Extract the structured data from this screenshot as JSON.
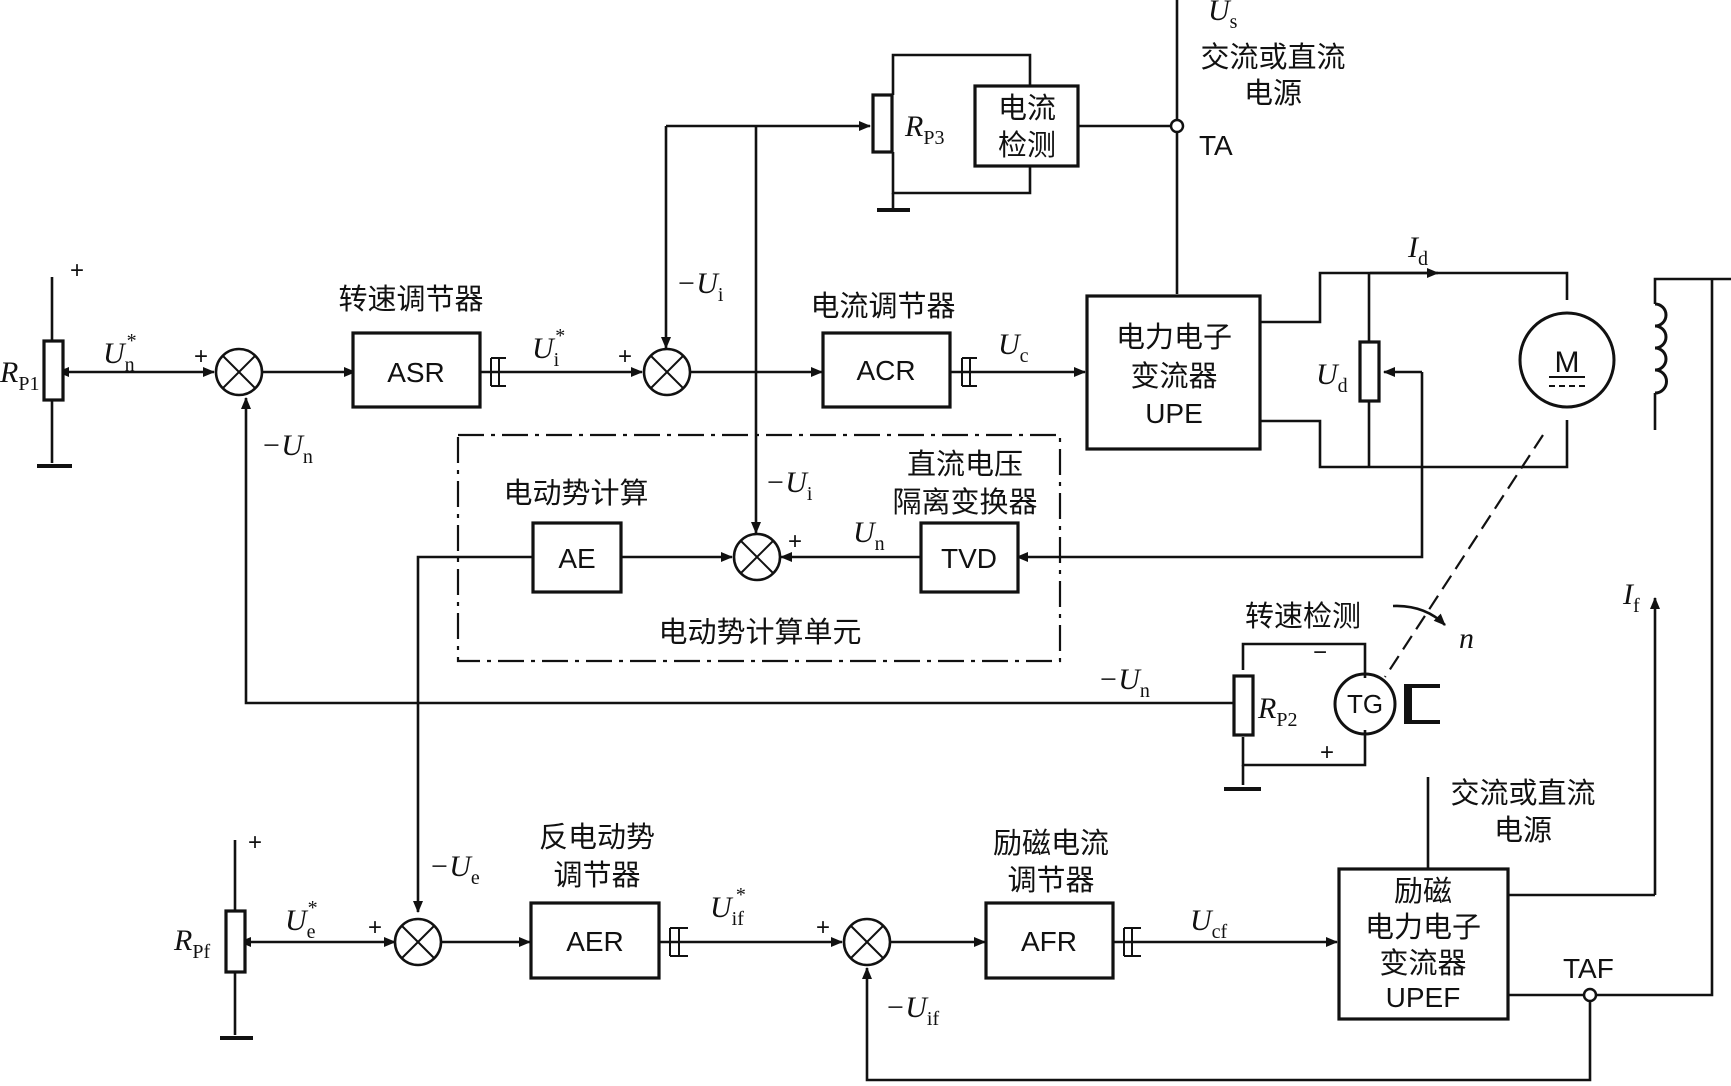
{
  "blocks": {
    "asr": "ASR",
    "acr": "ACR",
    "ae": "AE",
    "tvd": "TVD",
    "aer": "AER",
    "afr": "AFR",
    "upe": [
      "电力电子",
      "变流器",
      "UPE"
    ],
    "upef": [
      "励磁",
      "电力电子",
      "变流器",
      "UPEF"
    ],
    "current_detect": [
      "电流",
      "检测"
    ],
    "motor": "M",
    "tachogenerator": "TG"
  },
  "labels": {
    "asr_title": "转速调节器",
    "acr_title": "电流调节器",
    "ae_title": "电动势计算",
    "tvd_title": [
      "直流电压",
      "隔离变换器"
    ],
    "emf_unit": "电动势计算单元",
    "speed_detect": "转速检测",
    "aer_title": [
      "反电动势",
      "调节器"
    ],
    "afr_title": [
      "励磁电流",
      "调节器"
    ],
    "supply_top": [
      "交流或直流",
      "电源"
    ],
    "supply_bottom": [
      "交流或直流",
      "电源"
    ]
  },
  "signals": {
    "us": {
      "main": "U",
      "sub": "s"
    },
    "ta": "TA",
    "taf": "TAF",
    "un_ref": {
      "main": "U",
      "sub": "n",
      "sup": "*"
    },
    "ui_ref": {
      "main": "U",
      "sub": "i",
      "sup": "*"
    },
    "uc": {
      "main": "U",
      "sub": "c"
    },
    "neg_ui_1": {
      "prefix": "−",
      "main": "U",
      "sub": "i"
    },
    "neg_ui_2": {
      "prefix": "−",
      "main": "U",
      "sub": "i"
    },
    "neg_un_1": {
      "prefix": "−",
      "main": "U",
      "sub": "n"
    },
    "neg_un_2": {
      "prefix": "−",
      "main": "U",
      "sub": "n"
    },
    "un": {
      "main": "U",
      "sub": "n"
    },
    "id": {
      "main": "I",
      "sub": "d"
    },
    "ud": {
      "main": "U",
      "sub": "d"
    },
    "if": {
      "main": "I",
      "sub": "f"
    },
    "n": "n",
    "neg_ue": {
      "prefix": "−",
      "main": "U",
      "sub": "e"
    },
    "ue_ref": {
      "main": "U",
      "sub": "e",
      "sup": "*"
    },
    "uif_ref": {
      "main": "U",
      "sub": "if",
      "sup": "*"
    },
    "ucf": {
      "main": "U",
      "sub": "cf"
    },
    "neg_uif": {
      "prefix": "−",
      "main": "U",
      "sub": "if"
    }
  },
  "resistors": {
    "rp1": {
      "main": "R",
      "sub": "P1"
    },
    "rp2": {
      "main": "R",
      "sub": "P2"
    },
    "rp3": {
      "main": "R",
      "sub": "P3"
    },
    "rpf": {
      "main": "R",
      "sub": "Pf"
    }
  },
  "signs": {
    "plus": "+",
    "minus": "−"
  }
}
